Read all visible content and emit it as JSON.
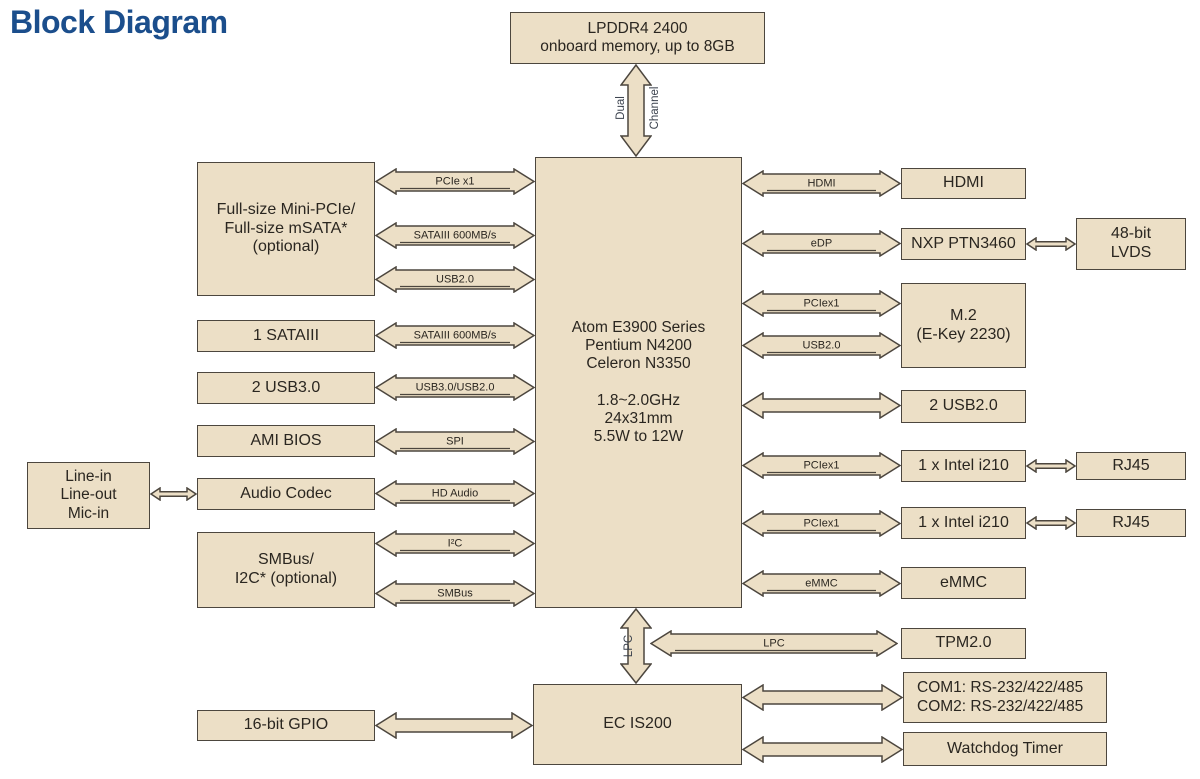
{
  "title": "Block Diagram",
  "colors": {
    "background": "#ffffff",
    "title_blue": "#1b4e8c",
    "box_fill": "#ecdfc6",
    "box_border": "#4c463e",
    "text_dark": "#2a2620",
    "vlabel": "#3a414d"
  },
  "blocks": {
    "lpddr4": {
      "lines": [
        "LPDDR4 2400",
        "onboard memory, up to 8GB"
      ]
    },
    "cpu": {
      "lines": [
        "Atom E3900 Series",
        "Pentium N4200",
        "Celeron N3350"
      ],
      "lines2": [
        "1.8~2.0GHz",
        "24x31mm",
        "5.5W to 12W"
      ]
    },
    "minipcie": {
      "lines": [
        "Full-size Mini-PCIe/",
        "Full-size mSATA*",
        "(optional)"
      ]
    },
    "sata": {
      "label": "1 SATAIII"
    },
    "usb3": {
      "label": "2 USB3.0"
    },
    "amibios": {
      "label": "AMI BIOS"
    },
    "audio_codec": {
      "label": "Audio Codec"
    },
    "line_io": {
      "lines": [
        "Line-in",
        "Line-out",
        "Mic-in"
      ]
    },
    "smbus_i2c": {
      "lines": [
        "SMBus/",
        "I2C* (optional)"
      ]
    },
    "gpio": {
      "label": "16-bit GPIO"
    },
    "hdmi": {
      "label": "HDMI"
    },
    "ptn3460": {
      "label": "NXP PTN3460"
    },
    "lvds": {
      "lines": [
        "48-bit",
        "LVDS"
      ]
    },
    "m2": {
      "lines": [
        "M.2",
        "(E-Key 2230)"
      ]
    },
    "usb2": {
      "label": "2 USB2.0"
    },
    "i210_1": {
      "label": "1 x Intel i210"
    },
    "rj45_1": {
      "label": "RJ45"
    },
    "i210_2": {
      "label": "1 x Intel i210"
    },
    "rj45_2": {
      "label": "RJ45"
    },
    "emmc": {
      "label": "eMMC"
    },
    "tpm": {
      "label": "TPM2.0"
    },
    "com": {
      "lines": [
        "COM1: RS-232/422/485",
        "COM2: RS-232/422/485"
      ]
    },
    "watchdog": {
      "label": "Watchdog Timer"
    },
    "ec": {
      "label": "EC IS200"
    }
  },
  "buses": {
    "pcie_x1": "PCIe x1",
    "sata_mpcie": "SATAIII 600MB/s",
    "usb20_mpcie": "USB2.0",
    "sata_sata": "SATAIII 600MB/s",
    "usb3_usb2": "USB3.0/USB2.0",
    "spi": "SPI",
    "hd_audio": "HD Audio",
    "i2c": "I²C",
    "smbus": "SMBus",
    "hdmi": "HDMI",
    "edp": "eDP",
    "pciex1_m2": "PCIex1",
    "usb20_m2": "USB2.0",
    "pciex1_lan1": "PCIex1",
    "pciex1_lan2": "PCIex1",
    "emmc": "eMMC",
    "lpc": "LPC",
    "dual": "Dual",
    "channel": "Channel",
    "lpc_v": "LPC"
  }
}
